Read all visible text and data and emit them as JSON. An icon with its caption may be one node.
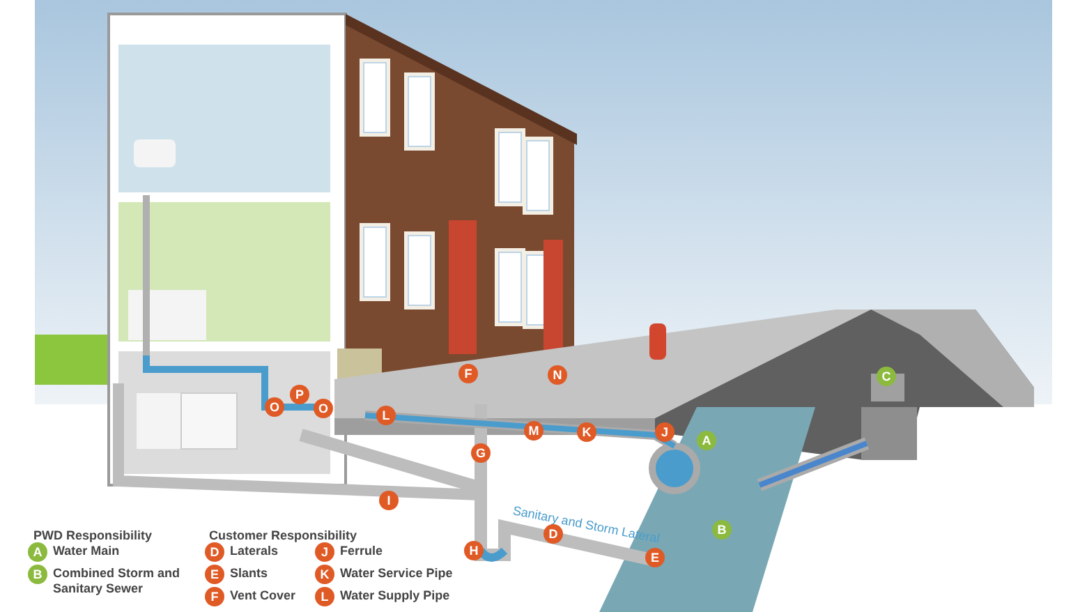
{
  "diagram": {
    "labels": [
      "F",
      "N",
      "C",
      "P",
      "O",
      "O",
      "L",
      "M",
      "K",
      "J",
      "A",
      "G",
      "I",
      "Sanitary and Storm Lateral",
      "B",
      "D",
      "H",
      "E",
      "PWD Responsibility",
      "Customer Responsibility",
      "A",
      "Water Main",
      "D",
      "Laterals",
      "J",
      "Ferrule",
      "B",
      "Combined Storm and Sanitary Sewer",
      "E",
      "Slants",
      "K",
      "Water Service Pipe",
      "F",
      "Vent Cover",
      "L",
      "Water Supply Pipe"
    ]
  }
}
